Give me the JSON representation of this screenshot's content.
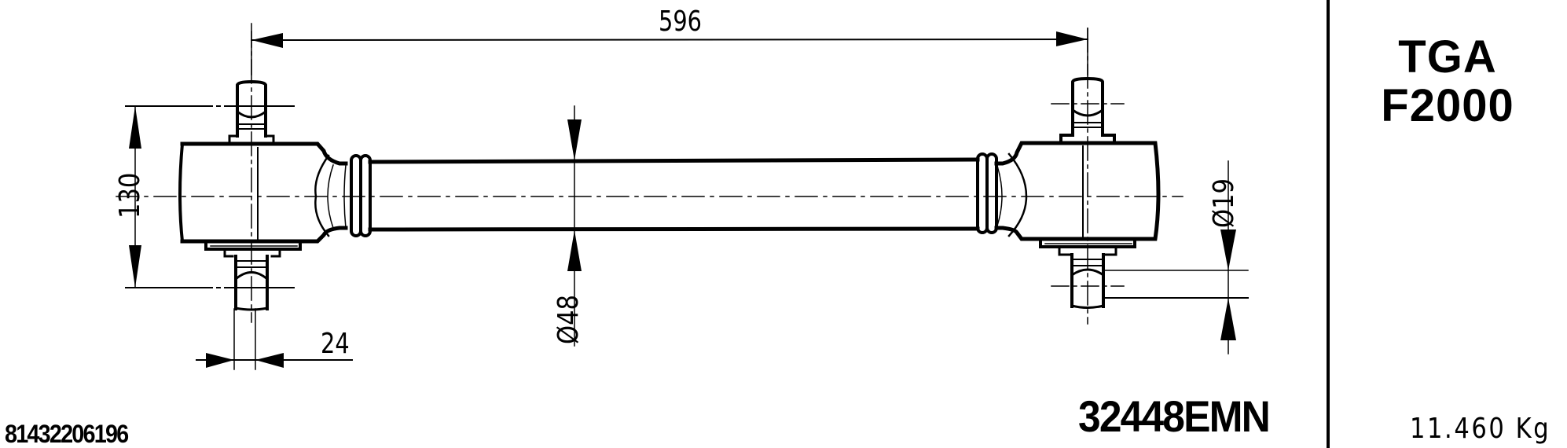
{
  "drawing": {
    "title_model_line1": "TGA",
    "title_model_line2": "F2000",
    "part_code": "32448EMN",
    "reference_number": "81432206196",
    "weight": "11.460 Kg",
    "dimensions": {
      "overall_length": "596",
      "eye_height": "130",
      "pin_width": "24",
      "tube_diameter": "Ø48",
      "pin_diameter": "Ø19"
    },
    "colors": {
      "line": "#000000",
      "background": "#ffffff"
    }
  }
}
